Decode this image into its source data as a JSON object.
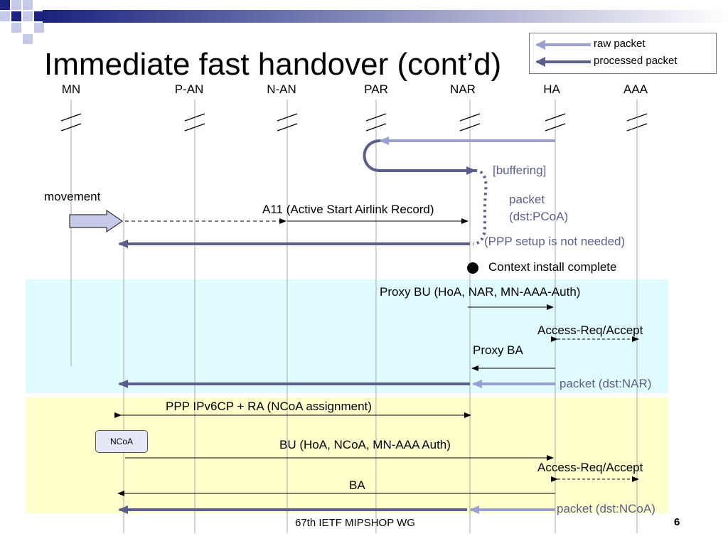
{
  "slide": {
    "title": "Immediate fast handover (cont’d)",
    "footer": "67th IETF MIPSHOP WG",
    "page_number": "6"
  },
  "legend": {
    "items": [
      {
        "label": "raw packet",
        "color": "#9aa0d0"
      },
      {
        "label": "processed packet",
        "color": "#5a5f8e"
      }
    ]
  },
  "colors": {
    "raw": "#9aa0d0",
    "processed": "#5a5f8e",
    "band_cyan": "#e0fbfd",
    "band_yellow": "#ffffcc",
    "annotation_text": "#5a5f8e"
  },
  "entities": [
    "MN",
    "P-AN",
    "N-AN",
    "PAR",
    "NAR",
    "HA",
    "AAA"
  ],
  "labels": {
    "buffering": "[buffering]",
    "packet_pcoa_1": "packet",
    "packet_pcoa_2": "(dst:PCoA)",
    "movement": "movement",
    "a11": "A11 (Active Start Airlink Record)",
    "ppp_not_needed": "(PPP setup is not needed)",
    "context_install": "Context install complete",
    "proxy_bu": "Proxy BU (HoA, NAR, MN-AAA-Auth)",
    "access_req_1": "Access-Req/Accept",
    "proxy_ba": "Proxy BA",
    "packet_nar": "packet (dst:NAR)",
    "ppp_ipv6cp": "PPP IPv6CP + RA (NCoA assignment)",
    "ncoa": "NCoA",
    "bu": "BU (HoA, NCoA, MN-AAA Auth)",
    "access_req_2": "Access-Req/Accept",
    "ba": "BA",
    "packet_ncoa": "packet (dst:NCoA)"
  }
}
